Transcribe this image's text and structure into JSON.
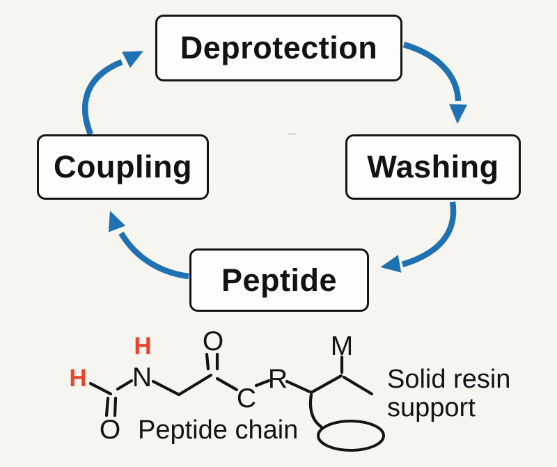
{
  "colors": {
    "background": "#f7f5f0",
    "box_fill": "#fdfdfc",
    "line_black": "#141414",
    "arrow_blue": "#1f72b1",
    "h_red": "#e8432b"
  },
  "cycle": {
    "nodes": [
      {
        "id": "deprotection",
        "label": "Deprotection"
      },
      {
        "id": "washing",
        "label": "Washing"
      },
      {
        "id": "peptide",
        "label": "Peptide"
      },
      {
        "id": "coupling",
        "label": "Coupling"
      }
    ],
    "arrows": [
      {
        "from": "coupling",
        "to": "deprotection"
      },
      {
        "from": "deprotection",
        "to": "washing"
      },
      {
        "from": "washing",
        "to": "peptide"
      },
      {
        "from": "peptide",
        "to": "coupling"
      }
    ]
  },
  "molecule": {
    "atoms": [
      {
        "id": "h-left",
        "symbol": "H",
        "color": "red"
      },
      {
        "id": "h-amide",
        "symbol": "H",
        "color": "red"
      },
      {
        "id": "n-amide",
        "symbol": "N",
        "color": "black"
      },
      {
        "id": "o-formyl",
        "symbol": "O",
        "color": "black"
      },
      {
        "id": "o-carbonyl",
        "symbol": "O",
        "color": "black"
      },
      {
        "id": "c-alpha",
        "symbol": "C",
        "color": "black"
      },
      {
        "id": "r-side-chain",
        "symbol": "R",
        "color": "black"
      },
      {
        "id": "m-group",
        "symbol": "M",
        "color": "black"
      }
    ],
    "annotations": {
      "peptide_chain": "Peptide chain",
      "solid_resin_line1": "Solid resin",
      "solid_resin_line2": "support"
    }
  }
}
